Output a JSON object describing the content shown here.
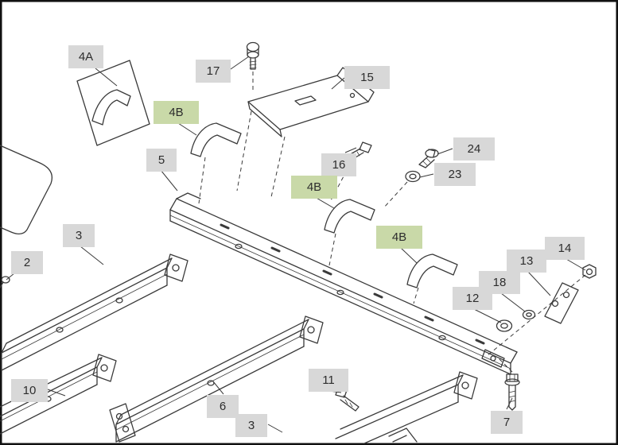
{
  "diagram": {
    "type": "exploded-parts-diagram",
    "labels": [
      {
        "text": "4A",
        "highlight": false
      },
      {
        "text": "17",
        "highlight": false
      },
      {
        "text": "15",
        "highlight": false
      },
      {
        "text": "4B",
        "highlight": true
      },
      {
        "text": "5",
        "highlight": false
      },
      {
        "text": "24",
        "highlight": false
      },
      {
        "text": "23",
        "highlight": false
      },
      {
        "text": "16",
        "highlight": false
      },
      {
        "text": "4B",
        "highlight": true
      },
      {
        "text": "3",
        "highlight": false
      },
      {
        "text": "2",
        "highlight": false
      },
      {
        "text": "4B",
        "highlight": true
      },
      {
        "text": "14",
        "highlight": false
      },
      {
        "text": "13",
        "highlight": false
      },
      {
        "text": "18",
        "highlight": false
      },
      {
        "text": "12",
        "highlight": false
      },
      {
        "text": "10",
        "highlight": false
      },
      {
        "text": "11",
        "highlight": false
      },
      {
        "text": "6",
        "highlight": false
      },
      {
        "text": "3",
        "highlight": false
      },
      {
        "text": "7",
        "highlight": false
      }
    ],
    "colors": {
      "label_bg": "#d8d8d8",
      "label_highlight_bg": "#c9d9a8",
      "line_color": "#3a3a3a",
      "background": "#ffffff",
      "border_color": "#111111"
    }
  }
}
